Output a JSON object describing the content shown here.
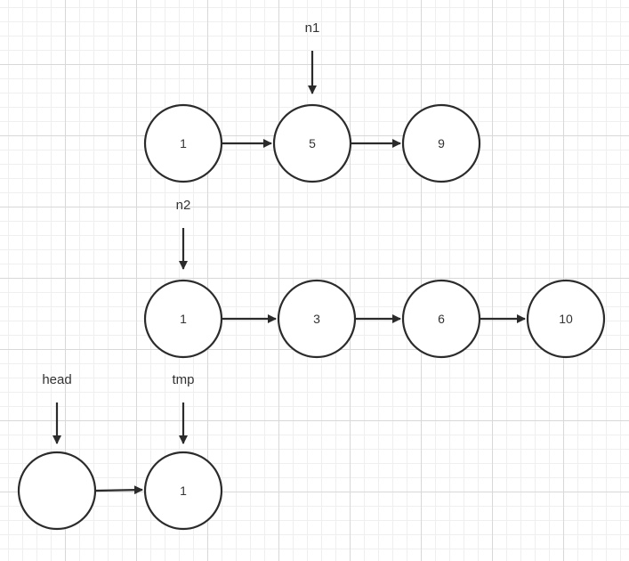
{
  "lists": {
    "list1": {
      "nodes": [
        "1",
        "5",
        "9"
      ]
    },
    "list2": {
      "nodes": [
        "1",
        "3",
        "6",
        "10"
      ]
    },
    "result": {
      "nodes": [
        "",
        "1"
      ]
    }
  },
  "pointers": {
    "n1": "n1",
    "n2": "n2",
    "head": "head",
    "tmp": "tmp"
  }
}
